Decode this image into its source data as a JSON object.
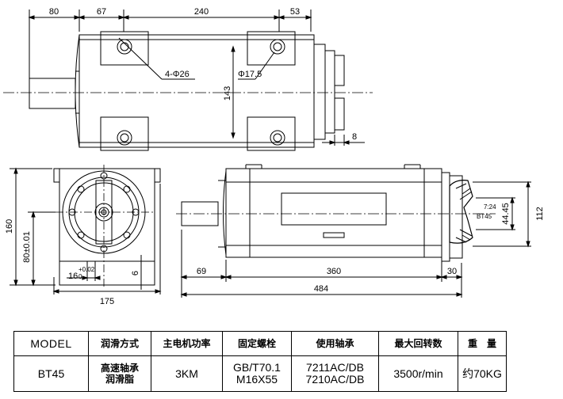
{
  "dimensions": {
    "top": {
      "d80": "80",
      "d67": "67",
      "d240": "240",
      "d53": "53",
      "holes": "4-Φ26",
      "dia": "Φ17.5",
      "h143": "143",
      "d8": "8"
    },
    "front": {
      "h160": "160",
      "h80": "80±0.01",
      "tol_base": "16",
      "tol_up": "+0.02",
      "tol_low": "0",
      "d6": "6",
      "w175": "175"
    },
    "side": {
      "d69": "69",
      "d360": "360",
      "d30": "30",
      "total": "484",
      "taper": "7:24",
      "bt": "BT45",
      "d4445": "44.45",
      "d112": "112"
    }
  },
  "spec_table": {
    "headers": [
      "MODEL",
      "润滑方式",
      "主电机功率",
      "固定螺栓",
      "使用轴承",
      "最大回转数",
      "重　量"
    ],
    "row": {
      "model": "BT45",
      "lube_1": "高速轴承",
      "lube_2": "润滑脂",
      "power": "3KM",
      "bolt_1": "GB/T70.1",
      "bolt_2": "M16X55",
      "bearing_1": "7211AC/DB",
      "bearing_2": "7210AC/DB",
      "speed": "3500r/min",
      "weight": "约70KG"
    }
  },
  "colors": {
    "line": "#000000",
    "background": "#ffffff"
  }
}
